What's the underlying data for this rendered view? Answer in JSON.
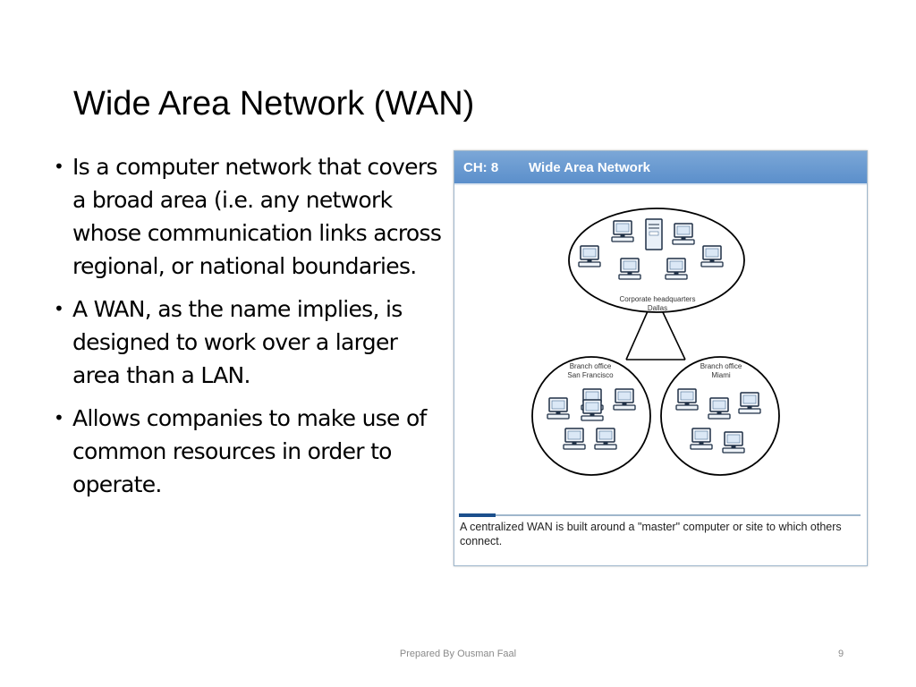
{
  "slide": {
    "title": "Wide Area Network (WAN)",
    "bullets": [
      "Is a computer network that covers a broad area (i.e. any network whose communication links across regional, or national boundaries.",
      "A WAN, as the name implies, is designed to work over a larger area than a LAN.",
      "Allows companies to make use of common resources in order to operate."
    ],
    "bullet_symbol": "•"
  },
  "figure": {
    "chapter": "CH: 8",
    "heading": "Wide Area Network",
    "caption": "A centralized WAN is built around a \"master\" computer or site to which others connect.",
    "header_color": "#6a9bd2",
    "accent_color": "#1b4f8c",
    "nodes": {
      "headquarters_line1": "Corporate headquarters",
      "headquarters_line2": "Dallas",
      "branch_sf_line1": "Branch office",
      "branch_sf_line2": "San Francisco",
      "branch_miami_line1": "Branch office",
      "branch_miami_line2": "Miami"
    },
    "icons": {
      "computer": "computer-icon",
      "server": "server-icon"
    }
  },
  "footer": {
    "credit": "Prepared By Ousman Faal",
    "page_number": "9"
  }
}
